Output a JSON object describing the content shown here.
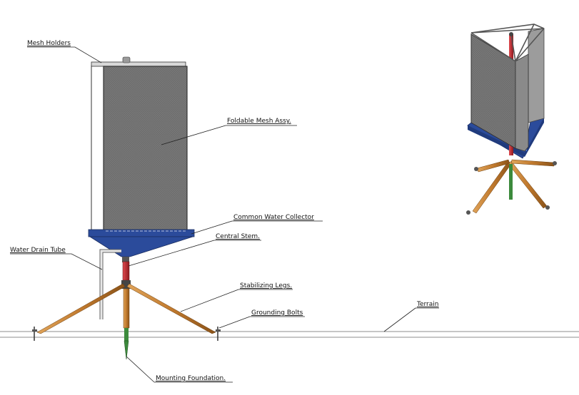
{
  "labels": {
    "mesh_holders": "Mesh Holders",
    "foldable_mesh": "Foldable Mesh Assy.",
    "common_water_collector": "Common Water Collector",
    "central_stem": "Central Stem.",
    "water_drain_tube": "Water Drain Tube",
    "stabilizing_legs": "Stabilizing Legs.",
    "grounding_bolts": "Grounding Bolts",
    "terrain": "Terrain",
    "mounting_foundation": "Mounting Foundation."
  },
  "colors": {
    "mesh_panel": "#7a7a7a",
    "collector": "#2b4b9b",
    "leg": "#c17a2e",
    "stem_red": "#c0262d",
    "foundation": "#3c8a3c",
    "water": "#4d7be0",
    "frame": "#555555"
  }
}
